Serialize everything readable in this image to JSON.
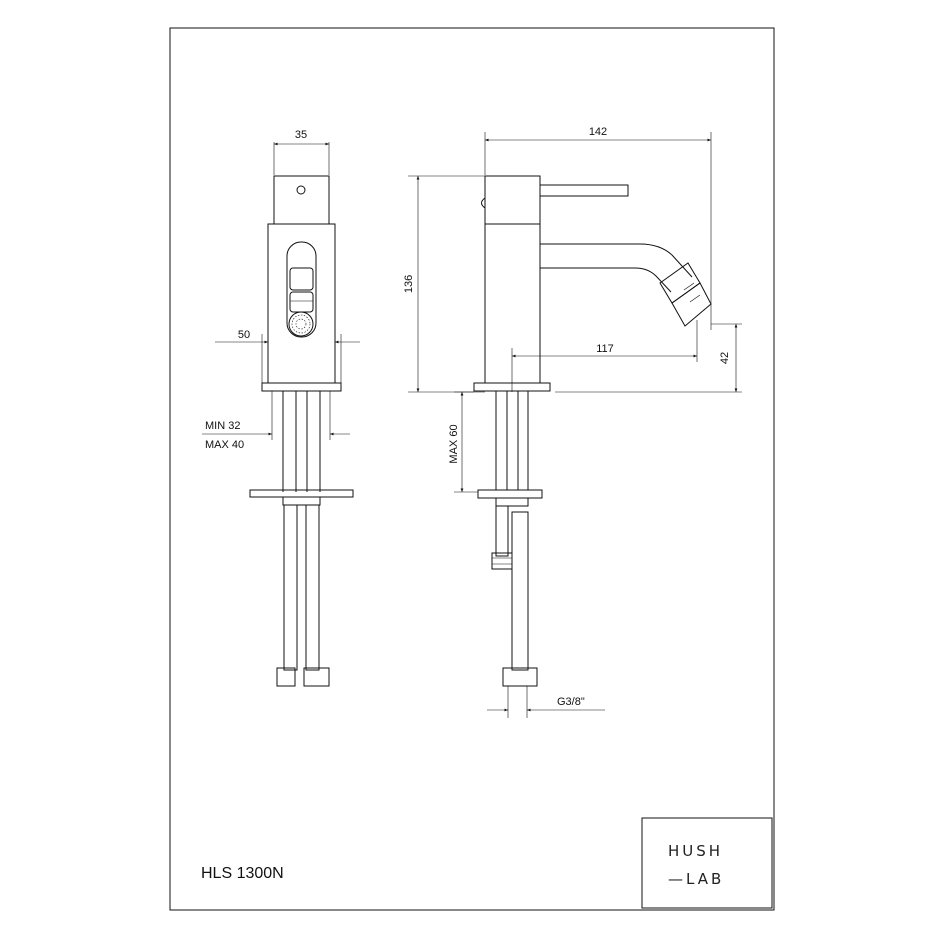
{
  "drawing": {
    "model_code": "HLS 1300N",
    "brand": {
      "line1": "HUSH",
      "line2": "—LAB"
    },
    "dimensions": {
      "top_width_front": "35",
      "base_width_front": "50",
      "min_hole": "MIN 32",
      "max_hole": "MAX 40",
      "overall_length": "142",
      "overall_height": "136",
      "spout_reach": "117",
      "spout_height": "42",
      "max_deck_thickness": "MAX 60",
      "connection_thread": "G3/8\""
    }
  }
}
